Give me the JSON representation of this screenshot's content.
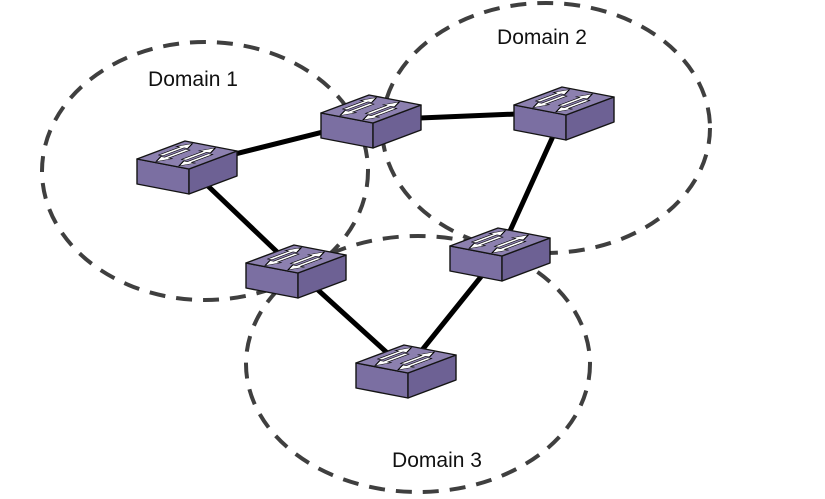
{
  "figure": {
    "type": "network-topology-diagram",
    "background_color": "#ffffff",
    "domains": [
      {
        "id": "domain-1",
        "label": "Domain 1",
        "switches": [
          "switch-1",
          "switch-2",
          "switch-4"
        ]
      },
      {
        "id": "domain-2",
        "label": "Domain 2",
        "switches": [
          "switch-2",
          "switch-3",
          "switch-5"
        ]
      },
      {
        "id": "domain-3",
        "label": "Domain 3",
        "switches": [
          "switch-4",
          "switch-5",
          "switch-6"
        ]
      }
    ],
    "switches": [
      {
        "id": "switch-1",
        "icon": "lan-switch-icon"
      },
      {
        "id": "switch-2",
        "icon": "lan-switch-icon"
      },
      {
        "id": "switch-3",
        "icon": "lan-switch-icon"
      },
      {
        "id": "switch-4",
        "icon": "lan-switch-icon"
      },
      {
        "id": "switch-5",
        "icon": "lan-switch-icon"
      },
      {
        "id": "switch-6",
        "icon": "lan-switch-icon"
      }
    ],
    "links": [
      {
        "from": "switch-1",
        "to": "switch-2"
      },
      {
        "from": "switch-2",
        "to": "switch-3"
      },
      {
        "from": "switch-3",
        "to": "switch-5"
      },
      {
        "from": "switch-1",
        "to": "switch-4"
      },
      {
        "from": "switch-4",
        "to": "switch-6"
      },
      {
        "from": "switch-5",
        "to": "switch-6"
      }
    ],
    "colors": {
      "switch_top": "#8c80af",
      "switch_front": "#7b6fa2",
      "switch_side": "#6d6194",
      "arrow_fill": "#ffffff",
      "link": "#000000",
      "domain_outline": "#3f3f3f",
      "label_text": "#111111"
    }
  }
}
